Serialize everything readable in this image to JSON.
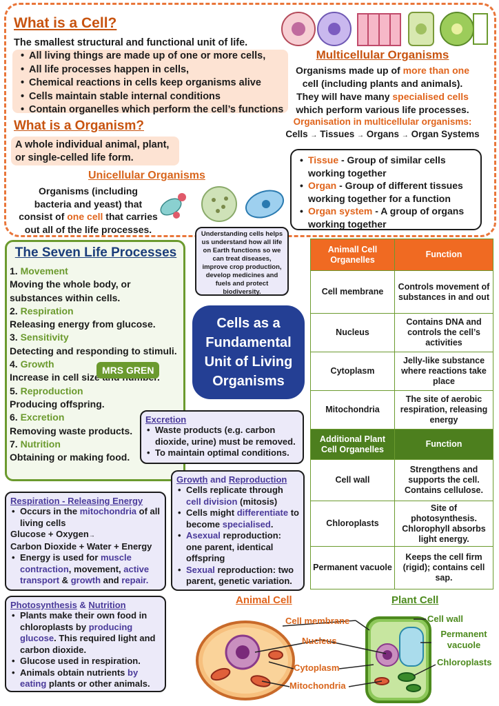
{
  "what_is_cell": {
    "title": "What is a Cell?",
    "definition": "The smallest structural and functional unit of life.",
    "points": [
      "All living things are made up of one or more cells,",
      "All life processes happen in cells,",
      "Chemical reactions in cells keep organisms alive",
      "Cells maintain stable internal conditions",
      "Contain organelles which perform the cell’s functions"
    ]
  },
  "multicellular": {
    "title": "Multicellular Organisms",
    "line1_a": "Organisms made up of ",
    "line1_b": "more than one",
    "line2": "cell (including plants and animals).",
    "line3_a": "They will have many ",
    "line3_b": "specialised cells",
    "line4": "which perform various life processes.",
    "org_title": "Organisation in multicellular organisms:",
    "chain": [
      "Cells",
      "Tissues",
      "Organs",
      "Organ Systems"
    ],
    "arrow": "→",
    "defs": [
      {
        "term": "Tissue",
        "text": " - Group of similar cells working together"
      },
      {
        "term": "Organ",
        "text": " - Group of different tissues working together for a function"
      },
      {
        "term": "Organ system",
        "text": " - A group of organs working together"
      }
    ]
  },
  "what_is_organism": {
    "title": "What is a Organism?",
    "line1": "A whole individual animal, plant,",
    "line2": "or single-celled life form."
  },
  "unicellular": {
    "title": "Unicellular Organisms",
    "line1": "Organisms (including",
    "line2": "bacteria and yeast) that",
    "line3_a": "consist of ",
    "line3_b": "one cell",
    "line3_c": " that carries",
    "line4": "out all of the life processes."
  },
  "understanding": "Understanding cells helps us understand how all life on Earth functions so we can treat diseases, improve crop production, develop medicines and fuels and protect biodiversity.",
  "main_title": "Cells as a Fundamental Unit of Living Organisms",
  "life_processes": {
    "title": "The Seven Life Processes",
    "badge": "MRS GREN",
    "items": [
      {
        "num": "1. ",
        "name": "Movement",
        "desc": "Moving the whole body, or substances within cells."
      },
      {
        "num": "2. ",
        "name": "Respiration",
        "desc": "Releasing energy from glucose."
      },
      {
        "num": "3. ",
        "name": "Sensitivity",
        "desc": "Detecting and responding to stimuli."
      },
      {
        "num": "4. ",
        "name": "Growth",
        "desc": "Increase in cell size and number."
      },
      {
        "num": "5. ",
        "name": "Reproduction",
        "desc": "Producing offspring."
      },
      {
        "num": "6. ",
        "name": "Excretion",
        "desc": "Removing waste products."
      },
      {
        "num": "7. ",
        "name": "Nutrition",
        "desc": "Obtaining or making food."
      }
    ]
  },
  "excretion": {
    "title": "Excretion",
    "points": [
      "Waste products (e.g. carbon dioxide, urine) must be removed.",
      "To maintain optimal conditions."
    ]
  },
  "growth_repro": {
    "title_a": "Growth",
    "title_and": " and ",
    "title_b": "Reproduction",
    "p1_a": "Cells replicate through ",
    "p1_b": "cell division",
    "p1_c": " (mitosis)",
    "p2_a": "Cells might ",
    "p2_b": "differentiate",
    "p2_c": " to become ",
    "p2_d": "specialised",
    "p2_e": ".",
    "p3_a": "Asexual",
    "p3_b": " reproduction: one parent, identical offspring",
    "p4_a": "Sexual",
    "p4_b": " reproduction: two parent, genetic variation."
  },
  "respiration": {
    "title_a": "Respiration",
    "title_b": " - Releasing Energy",
    "p1_a": "Occurs in the ",
    "p1_b": "mitochondria",
    "p1_c": " of all living cells",
    "eq1": "Glucose + Oxygen",
    "arrow": "→",
    "eq2": "Carbon Dioxide + Water + Energy",
    "p2_a": "Energy is used for ",
    "p2_b": "muscle contraction",
    "p2_c": ", movement, ",
    "p2_d": "active transport",
    "p2_e": " & ",
    "p2_f": "growth",
    "p2_g": " and ",
    "p2_h": "repair."
  },
  "photosynthesis": {
    "title_a": "Photosynthesis",
    "title_and": " & ",
    "title_b": "Nutrition",
    "p1_a": "Plants make their own food in chloroplasts by ",
    "p1_b": "producing glucose",
    "p1_c": ". This required light and carbon dioxide.",
    "p2": "Glucose used in respiration.",
    "p3_a": "Animals obtain nutrients ",
    "p3_b": "by eating",
    "p3_c": " plants or other animals."
  },
  "animal_table": {
    "head": "Animall Cell Organelles",
    "func": "Function",
    "rows": [
      {
        "name": "Cell membrane",
        "fn": "Controls movement of substances in and out"
      },
      {
        "name": "Nucleus",
        "fn": "Contains DNA and controls the cell’s activities"
      },
      {
        "name": "Cytoplasm",
        "fn": "Jelly-like substance where reactions take place"
      },
      {
        "name": "Mitochondria",
        "fn": "The site of aerobic respiration, releasing energy"
      }
    ]
  },
  "plant_table": {
    "head": "Additional Plant Cell Organelles",
    "func": "Function",
    "rows": [
      {
        "name": "Cell wall",
        "fn": "Strengthens and supports the cell. Contains cellulose."
      },
      {
        "name": "Chloroplasts",
        "fn": "Site of photosynthesis. Chlorophyll absorbs light energy."
      },
      {
        "name": "Permanent vacuole",
        "fn": "Keeps the cell firm (rigid); contains cell sap."
      }
    ]
  },
  "diagram": {
    "animal_title": "Animal Cell",
    "plant_title": "Plant Cell",
    "labels": {
      "membrane": "Cell membrane",
      "nucleus": "Nucleus",
      "cytoplasm": "Cytoplasm",
      "mitochondria": "Mitochondria",
      "wall": "Cell wall",
      "vacuole": "Permanent vacuole",
      "chloroplasts": "Chloroplasts"
    }
  }
}
